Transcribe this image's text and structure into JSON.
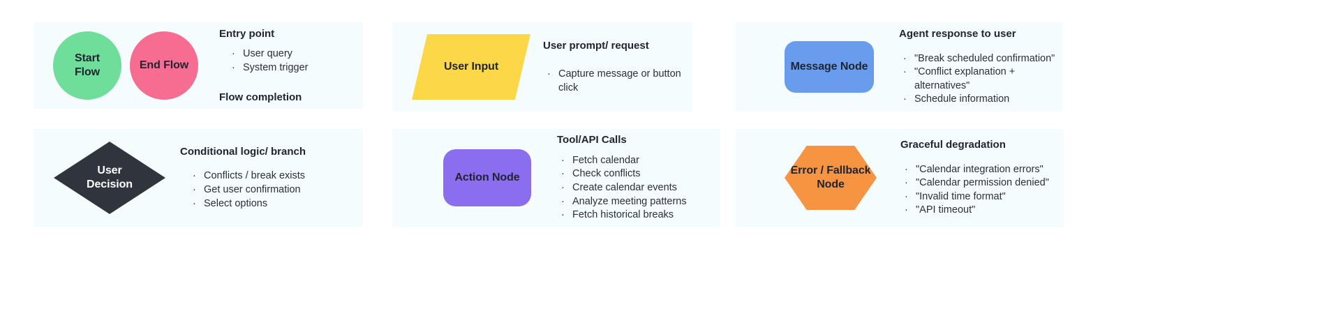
{
  "canvas": {
    "background": "#ffffff",
    "panel_background": "#f4fcfd"
  },
  "panels": [
    {
      "id": "start-end-flow",
      "shapes": [
        {
          "name": "start-flow",
          "label": "Start\nFlow",
          "shape": "circle",
          "color": "#6ede9a"
        },
        {
          "name": "end-flow",
          "label": "End Flow",
          "shape": "circle",
          "color": "#f76d92"
        }
      ],
      "heading": "Entry point",
      "bullets": [
        "User query",
        "System trigger"
      ],
      "subheading": "Flow completion"
    },
    {
      "id": "user-input",
      "shapes": [
        {
          "name": "user-input",
          "label": "User Input",
          "shape": "parallelogram",
          "color": "#fcd849"
        }
      ],
      "heading": "User prompt/ request",
      "bullets": [
        "Capture message or button click"
      ],
      "subheading": ""
    },
    {
      "id": "message-node",
      "shapes": [
        {
          "name": "message-node",
          "label": "Message Node",
          "shape": "rounded-rect",
          "color": "#6a9cee"
        }
      ],
      "heading": "Agent response to user",
      "bullets": [
        "\"Break scheduled confirmation\"",
        "\"Conflict explanation + alternatives\"",
        "Schedule information"
      ],
      "subheading": ""
    },
    {
      "id": "user-decision",
      "shapes": [
        {
          "name": "user-decision",
          "label": "User\nDecision",
          "shape": "diamond",
          "color": "#30343d"
        }
      ],
      "heading": "Conditional logic/ branch",
      "bullets": [
        "Conflicts / break exists",
        "Get user confirmation",
        "Select options"
      ],
      "subheading": ""
    },
    {
      "id": "action-node",
      "shapes": [
        {
          "name": "action-node",
          "label": "Action Node",
          "shape": "rounded-rect",
          "color": "#8b6df0"
        }
      ],
      "heading": "Tool/API Calls",
      "bullets": [
        "Fetch calendar",
        "Check conflicts",
        "Create calendar events",
        "Analyze meeting patterns",
        "Fetch historical breaks"
      ],
      "subheading": ""
    },
    {
      "id": "error-fallback-node",
      "shapes": [
        {
          "name": "error-fallback-node",
          "label": "Error / Fallback\nNode",
          "shape": "hexagon",
          "color": "#f79442"
        }
      ],
      "heading": "Graceful degradation",
      "bullets": [
        "\"Calendar integration errors\"",
        "\"Calendar permission denied\"",
        "\"Invalid time format\"",
        "\"API timeout\""
      ],
      "subheading": ""
    }
  ],
  "bullet_glyph": "·"
}
